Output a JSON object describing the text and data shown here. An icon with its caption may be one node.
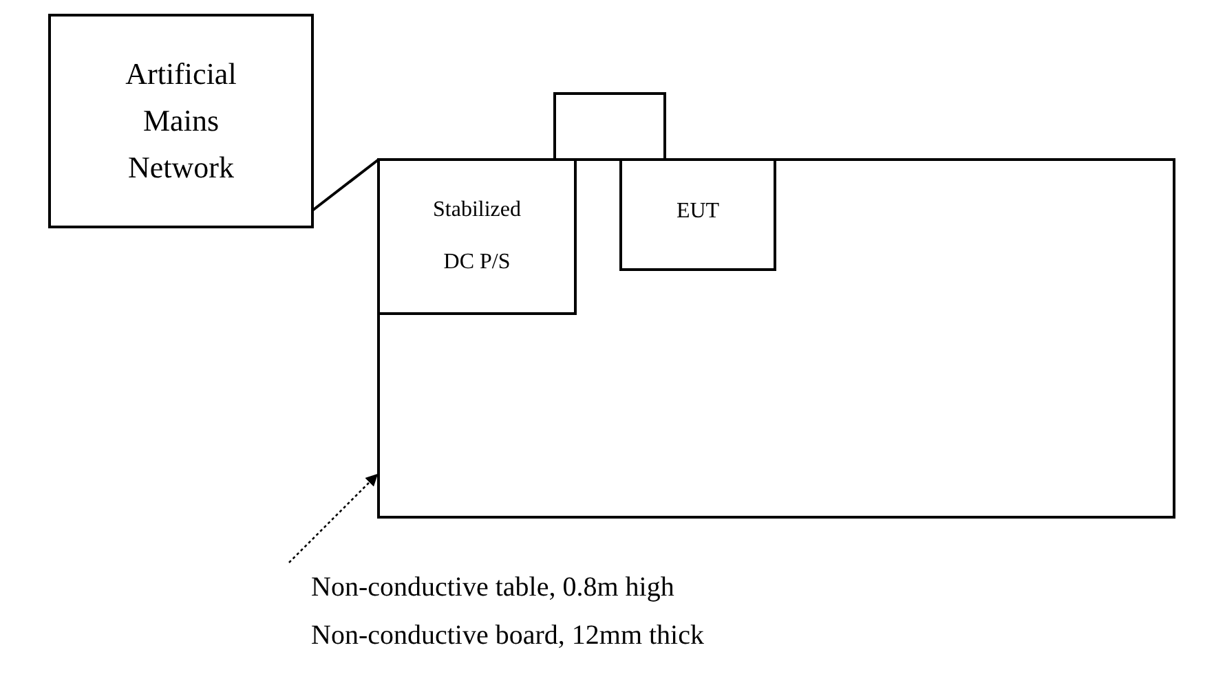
{
  "diagram": {
    "nodes": [
      {
        "text": [
          "Artificial Mains Network"
        ]
      },
      {
        "text": [],
        "shape": "box"
      },
      {
        "text": [
          "Stabilized DC P/S"
        ],
        "in": 1
      },
      {
        "text": [],
        "shape": "box"
      },
      {
        "text": [
          "EUT"
        ],
        "in": 1
      },
      {
        "text": [
          "Non-conductive table, 0.8m high",
          "Non-conductive board, 12mm thick"
        ]
      }
    ],
    "edges": [
      {
        "from": 0,
        "to": 2,
        "arrow": "none"
      },
      {
        "from": 5,
        "to": 1,
        "arrow": "to",
        "style": "dashed"
      }
    ]
  }
}
